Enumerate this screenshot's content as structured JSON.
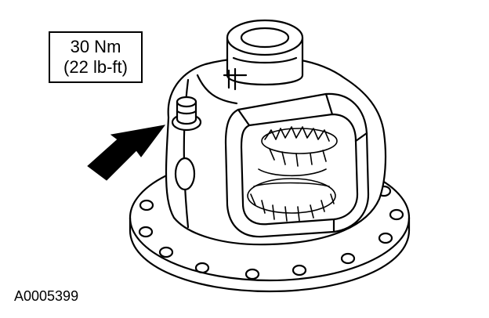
{
  "callout": {
    "torque_nm": "30 Nm",
    "torque_lbft": "(22 lb-ft)"
  },
  "figure_id": "A0005399"
}
